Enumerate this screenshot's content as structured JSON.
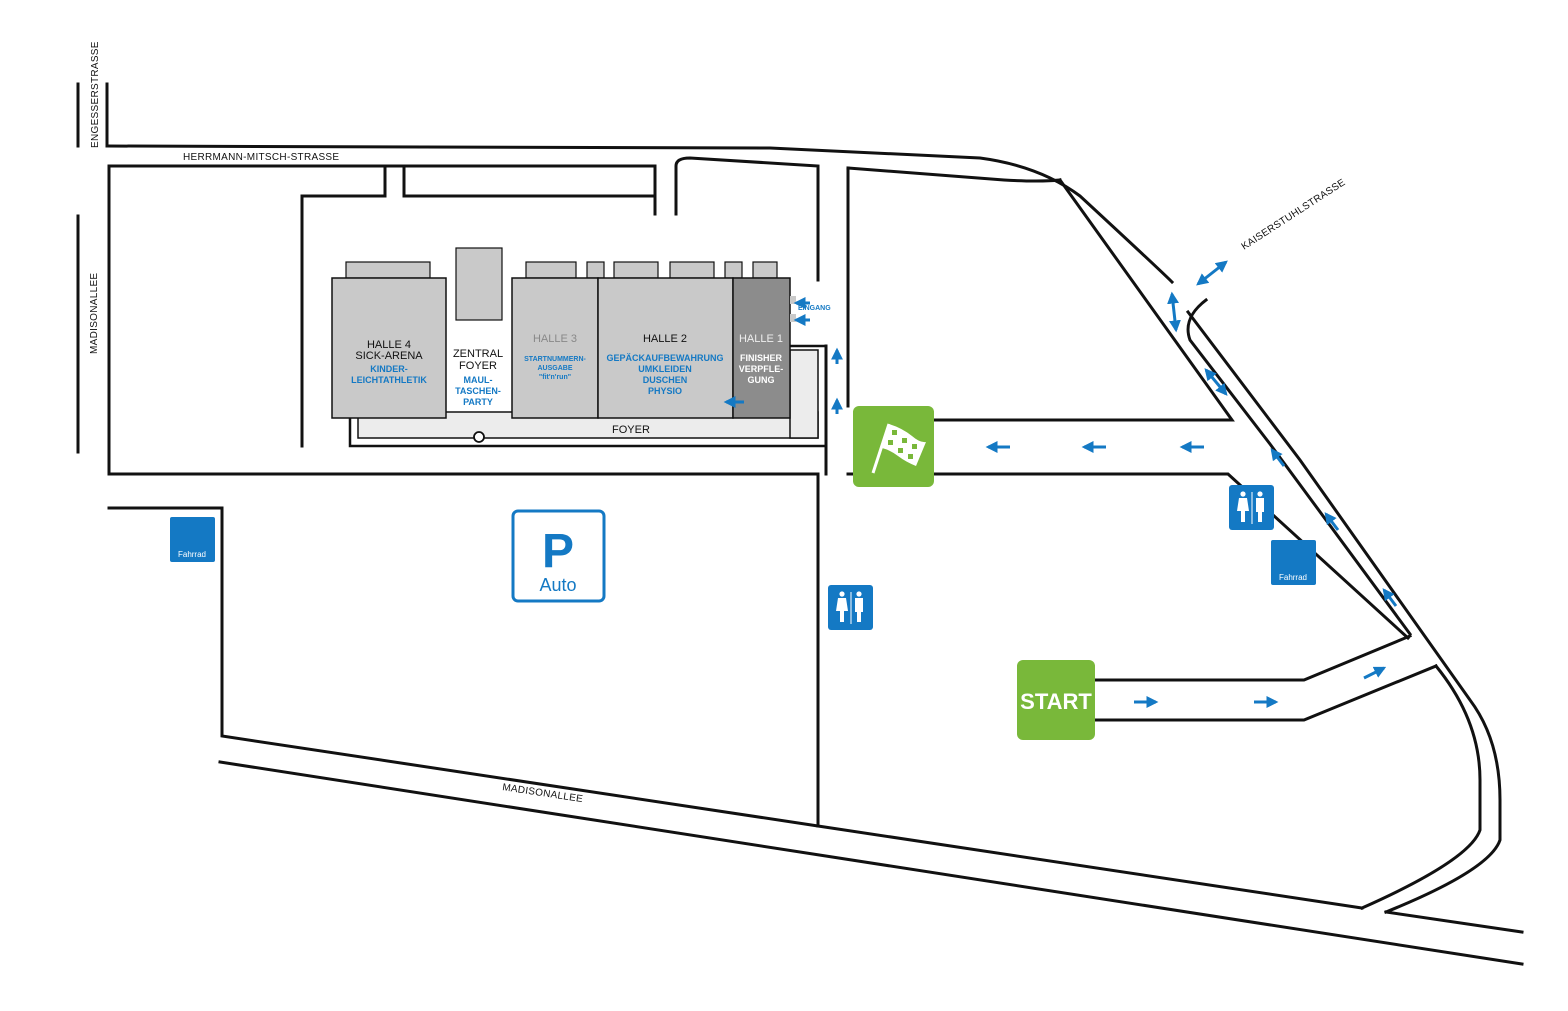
{
  "streets": {
    "engesser": "ENGESSERSTRASSE",
    "herrmann": "HERRMANN-MITSCH-STRASSE",
    "madison_west": "MADISONALLEE",
    "madison_south": "MADISONALLEE",
    "kaiserstuhl": "KAISERSTUHLSTRASSE"
  },
  "halls": {
    "halle4": {
      "title1": "HALLE 4",
      "title2": "SICK-ARENA",
      "sub1": "KINDER-",
      "sub2": "LEICHTATHLETIK"
    },
    "zentral": {
      "title1": "ZENTRAL",
      "title2": "FOYER",
      "sub1": "MAUL-",
      "sub2": "TASCHEN-",
      "sub3": "PARTY"
    },
    "halle3": {
      "title": "HALLE 3",
      "sub1": "STARTNUMMERN-",
      "sub2": "AUSGABE",
      "sub3": "\"fit'n'run\""
    },
    "halle2": {
      "title": "HALLE 2",
      "sub1": "GEPÄCKAUFBEWAHRUNG",
      "sub2": "UMKLEIDEN",
      "sub3": "DUSCHEN",
      "sub4": "PHYSIO"
    },
    "halle1": {
      "title": "HALLE 1",
      "sub1": "FINISHER",
      "sub2": "VERPFLE-",
      "sub3": "GUNG"
    }
  },
  "labels": {
    "foyer": "FOYER",
    "eingang": "EINGANG",
    "parking_letter": "P",
    "parking_sub": "Auto",
    "fahrrad": "Fahrrad",
    "start": "START"
  },
  "colors": {
    "blue": "#1479c4",
    "green": "#79b83a",
    "hall_grey": "#c9c9c9",
    "hall_dark": "#8c8c8c",
    "foyer_grey": "#ececec"
  },
  "icons": [
    "finish-flag-icon",
    "toilet-icon",
    "bicycle-parking-icon",
    "car-parking-icon",
    "direction-arrow-icon"
  ]
}
